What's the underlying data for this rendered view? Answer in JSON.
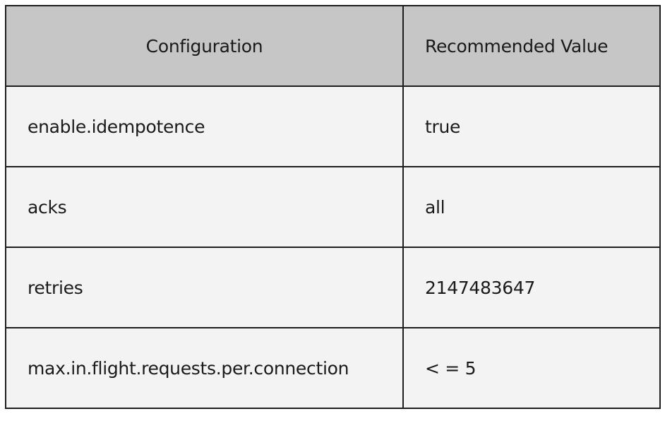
{
  "table": {
    "headers": [
      "Configuration",
      "Recommended Value"
    ],
    "rows": [
      {
        "configuration": "enable.idempotence",
        "value": "true"
      },
      {
        "configuration": "acks",
        "value": "all"
      },
      {
        "configuration": "retries",
        "value": "2147483647"
      },
      {
        "configuration": "max.in.flight.requests.per.connection",
        "value": "< = 5"
      }
    ]
  },
  "colors": {
    "header_background": "#c6c6c6",
    "row_background": "#f3f3f3",
    "border": "#1e1e1e"
  }
}
